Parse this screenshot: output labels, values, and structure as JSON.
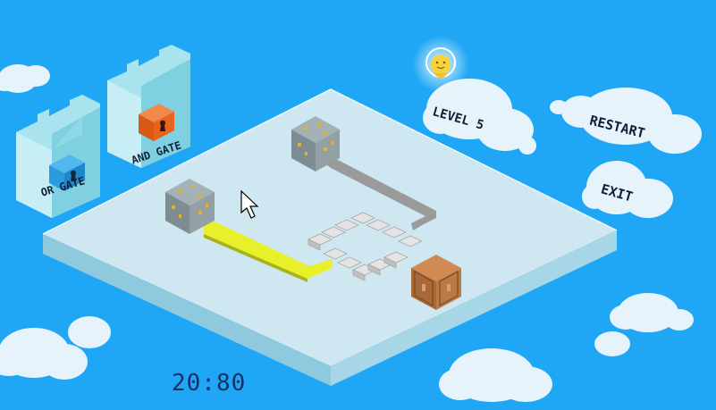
{
  "gates": {
    "or_label": "OR GATE",
    "and_label": "AND GATE"
  },
  "hud": {
    "level_label": "LEVEL 5",
    "restart_label": "RESTART",
    "exit_label": "EXIT",
    "timer": "20:80"
  },
  "colors": {
    "sky": "#1fa7f5",
    "board_top": "#cde7f0",
    "active_wire": "#e8f02a",
    "inactive_wire": "#9a9a9a",
    "or_lock": "#2a9be0",
    "and_lock": "#e8641e",
    "gold_ore": "#e6b22a"
  },
  "icons": {
    "pointer": "cursor-arrow-icon",
    "player": "smiley-avatar-icon",
    "keyhole": "keyhole-icon"
  }
}
